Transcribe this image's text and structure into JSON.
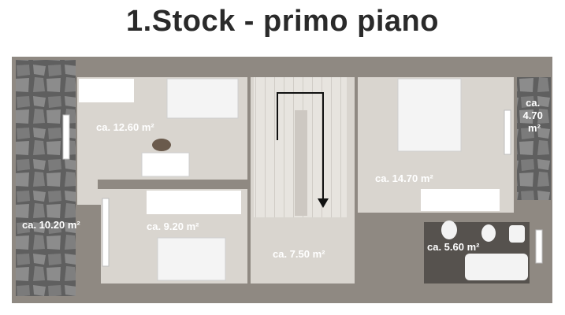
{
  "title": "1.Stock - primo piano",
  "rooms": [
    {
      "id": "bedroom-upper-left",
      "label": "ca. 12.60 m²"
    },
    {
      "id": "bedroom-right",
      "label": "ca. 14.70 m²"
    },
    {
      "id": "balcony-right",
      "label": "ca.\n4.70\nm²"
    },
    {
      "id": "terrace-left",
      "label": "ca. 10.20 m²"
    },
    {
      "id": "bedroom-lower-left",
      "label": "ca. 9.20 m²"
    },
    {
      "id": "hallway",
      "label": "ca. 7.50 m²"
    },
    {
      "id": "bathroom",
      "label": "ca. 5.60 m²"
    }
  ],
  "colors": {
    "wall": "#8f8982",
    "floor": "#d9d5cf",
    "stone": "#6e6e6e",
    "bath_floor": "#56524e",
    "label": "#ffffff",
    "title": "#2a2a2a"
  }
}
